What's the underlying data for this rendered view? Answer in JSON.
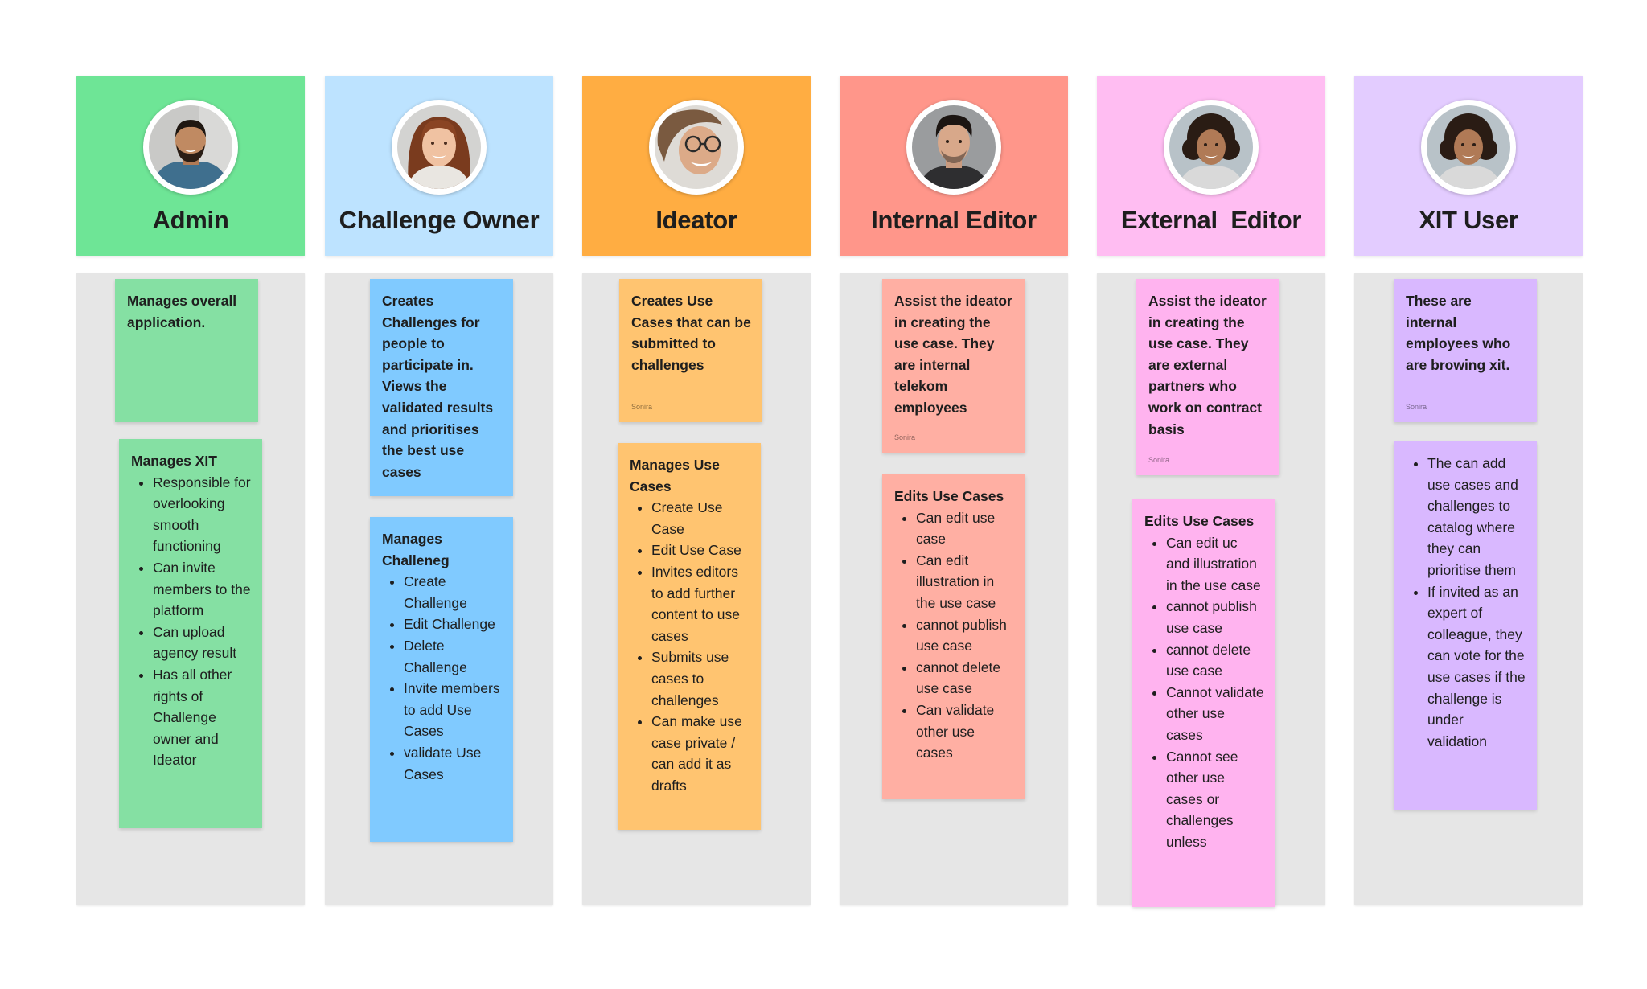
{
  "colors": {
    "canvas": "#ffffff",
    "column_bg": "#e6e6e6",
    "admin_header": "#6ee596",
    "admin_note": "#85e0a3",
    "challenge_owner_header": "#bde3ff",
    "challenge_owner_note": "#80caff",
    "ideator_header": "#ffad42",
    "ideator_note": "#ffc470",
    "internal_editor_header": "#ff968a",
    "internal_editor_note": "#ffafa3",
    "external_editor_header": "#ffbdf2",
    "external_editor_note": "#ffb3ef",
    "xit_user_header": "#e3ccff",
    "xit_user_note": "#d9b8ff"
  },
  "personas": [
    {
      "title": "Admin",
      "avatar_icon": "man-beard-portrait-icon",
      "notes": [
        {
          "text": "Manages overall application."
        },
        {
          "title": "Manages XIT",
          "items": [
            "Responsible for overlooking smooth functioning",
            "Can invite members to the platform",
            "Can upload agency result",
            "Has all other rights of Challenge owner and Ideator"
          ]
        }
      ]
    },
    {
      "title": "Challenge Owner",
      "avatar_icon": "woman-redhead-portrait-icon",
      "notes": [
        {
          "text": "Creates Challenges for people to participate in. Views the validated results and prioritises the best use cases"
        },
        {
          "title": "Manages Challeneg",
          "items": [
            "Create Challenge",
            "Edit Challenge",
            "Delete Challenge",
            "Invite members to add Use Cases",
            "validate Use Cases"
          ]
        }
      ]
    },
    {
      "title": "Ideator",
      "avatar_icon": "woman-glasses-portrait-icon",
      "notes": [
        {
          "text": "Creates Use Cases that can be submitted to challenges",
          "author": "Sonira"
        },
        {
          "title": "Manages Use Cases",
          "items": [
            "Create Use Case",
            "Edit Use Case",
            "Invites editors to add further content to use cases",
            "Submits use cases to challenges",
            "Can make use case private / can add it as drafts"
          ]
        }
      ]
    },
    {
      "title": "Internal Editor",
      "avatar_icon": "man-dark-hair-portrait-icon",
      "notes": [
        {
          "text": "Assist the ideator in creating the use case. They are internal telekom employees",
          "author": "Sonira"
        },
        {
          "title": "Edits Use Cases",
          "items": [
            "Can edit use case",
            "Can edit illustration in the use case",
            "cannot publish use case",
            "cannot delete use case",
            "Can validate other use cases"
          ]
        }
      ]
    },
    {
      "title": "External  Editor",
      "avatar_icon": "woman-curly-hair-portrait-icon",
      "notes": [
        {
          "text": "Assist the ideator in creating the use case. They are external partners who work on contract basis",
          "author": "Sonira"
        },
        {
          "title": "Edits Use Cases",
          "items": [
            "Can edit uc and illustration in the use case",
            "cannot publish use case",
            "cannot delete use case",
            "Cannot validate other use cases",
            "Cannot see other use cases or challenges unless"
          ]
        }
      ]
    },
    {
      "title": "XIT User",
      "avatar_icon": "woman-curly-hair-portrait-icon",
      "notes": [
        {
          "text": "These are internal employees who are browing xit.",
          "author": "Sonira"
        },
        {
          "items": [
            "The can add use cases and challenges to catalog where they can prioritise them",
            "If invited as an expert of colleague, they can vote for the use cases if the challenge is under validation"
          ]
        }
      ]
    }
  ]
}
